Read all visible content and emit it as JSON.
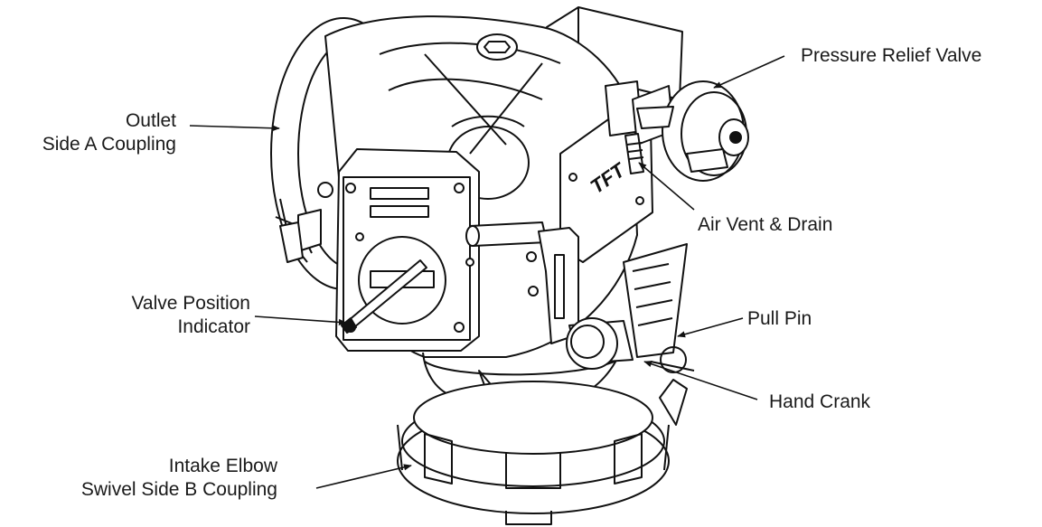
{
  "labels": {
    "pressure_relief_valve": "Pressure Relief Valve",
    "outlet_line1": "Outlet",
    "outlet_line2": "Side A Coupling",
    "air_vent_drain": "Air Vent  & Drain",
    "valve_position_line1": "Valve Position",
    "valve_position_line2": "Indicator",
    "pull_pin": "Pull Pin",
    "hand_crank": "Hand Crank",
    "intake_line1": "Intake Elbow",
    "intake_line2": "Swivel Side B Coupling"
  },
  "logo_text": "TFT"
}
